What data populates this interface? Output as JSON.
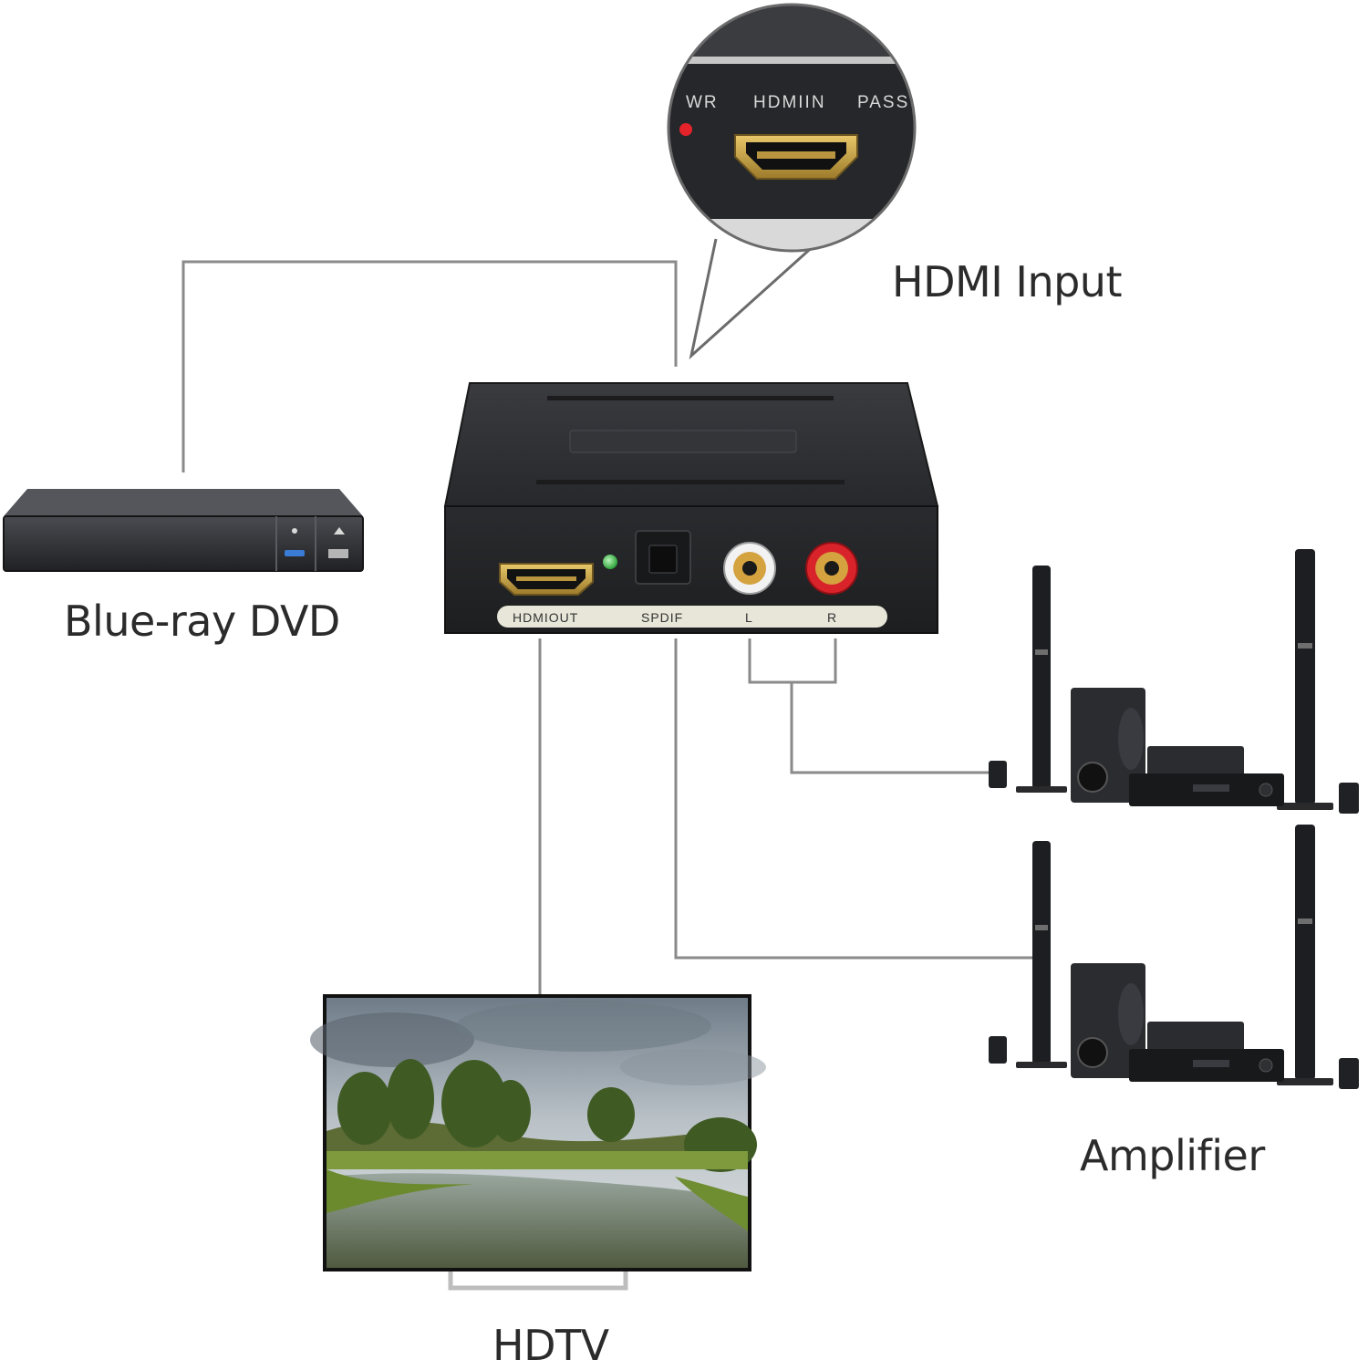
{
  "labels": {
    "hdmi_input": "HDMI Input",
    "blueray": "Blue-ray DVD",
    "hdtv": "HDTV",
    "amplifier": "Amplifier"
  },
  "device_ports": {
    "hdmi_out": "HDMIOUT",
    "spdif": "SPDIF",
    "left": "L",
    "right": "R"
  },
  "zoom_ports": {
    "pwr": "WR",
    "hdmi_in": "HDMIIN",
    "pass": "PASS"
  },
  "colors": {
    "device_body": "#2c2d30",
    "connector_gold": "#c9a447",
    "rca_white": "#f2f2f2",
    "rca_red": "#d8232a",
    "led_green": "#3ec24a",
    "led_red": "#e5232a",
    "wire": "#8a8a8a"
  }
}
